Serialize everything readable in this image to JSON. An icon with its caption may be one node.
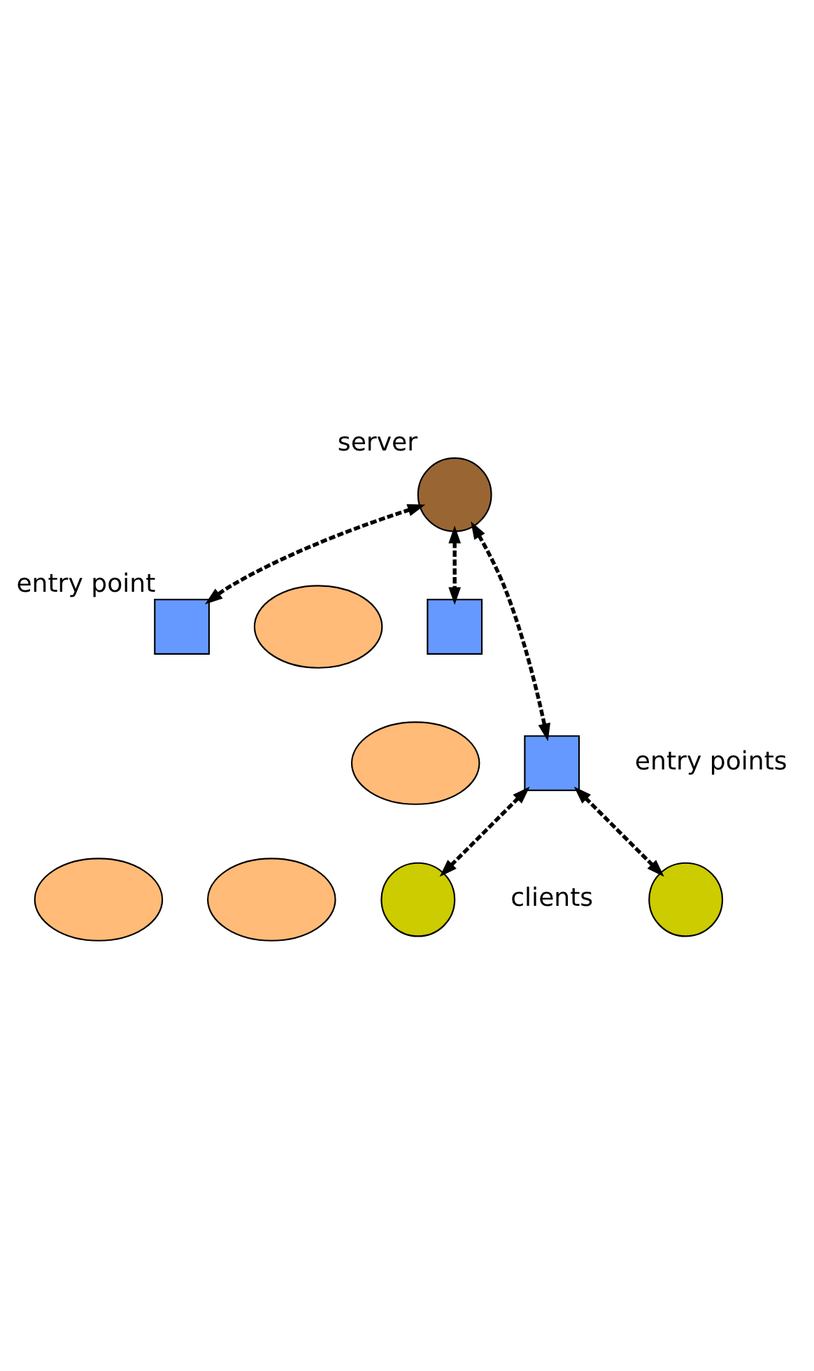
{
  "diagram": {
    "nodes": [
      {
        "text": [],
        "shape": "circle",
        "beside": [
          "server"
        ]
      },
      {
        "text": [],
        "shape": "cloud"
      },
      {
        "text": [],
        "shape": "box",
        "beside": [
          "entry point"
        ]
      },
      {
        "text": [],
        "shape": "box"
      },
      {
        "text": [],
        "shape": "cloud"
      },
      {
        "text": [],
        "shape": "box"
      },
      {
        "text": [],
        "shape": "cloud"
      },
      {
        "text": [],
        "shape": "cloud"
      },
      {
        "text": [],
        "shape": "circle"
      },
      {
        "text": [],
        "shape": "circle"
      }
    ],
    "edges": [
      {
        "from": 0,
        "to": 2,
        "arrow": "both",
        "style": "dashed"
      },
      {
        "from": 0,
        "to": 5,
        "arrow": "both",
        "style": "dashed"
      },
      {
        "from": 0,
        "to": 3,
        "arrow": "both",
        "style": "dashed"
      },
      {
        "from": 5,
        "to": 8,
        "arrow": "both",
        "style": "dashed"
      },
      {
        "from": 5,
        "to": 9,
        "arrow": "both",
        "style": "dashed"
      }
    ],
    "labels": [
      "entry points",
      "clients"
    ]
  }
}
